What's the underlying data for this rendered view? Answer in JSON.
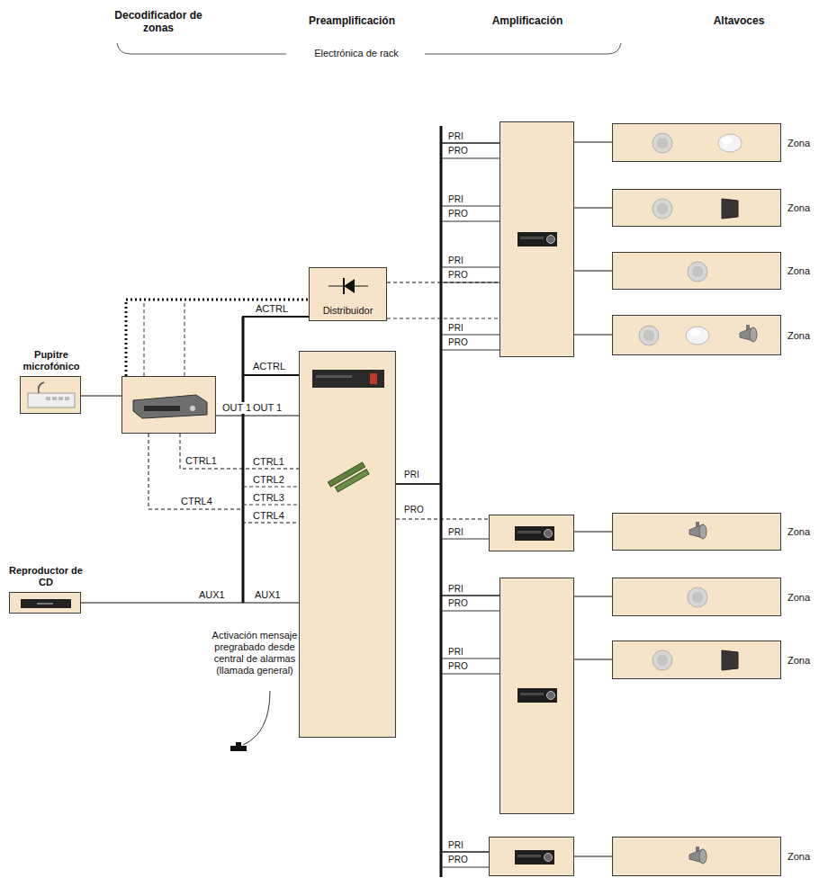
{
  "diagram": {
    "nodes": [
      {
        "text": [
          "Pupitre microfónico"
        ]
      },
      {
        "text": []
      },
      {
        "text": [
          "Reproductor de CD"
        ]
      },
      {
        "text": [
          "Distribuidor"
        ]
      },
      {
        "text": []
      },
      {
        "text": []
      },
      {
        "text": []
      },
      {
        "text": []
      },
      {
        "text": []
      },
      {
        "text": [
          "Zona"
        ]
      },
      {
        "text": [
          "Zona"
        ]
      },
      {
        "text": [
          "Zona"
        ]
      },
      {
        "text": [
          "Zona"
        ]
      },
      {
        "text": [
          "Zona"
        ]
      },
      {
        "text": [
          "Zona"
        ]
      },
      {
        "text": [
          "Zona"
        ]
      },
      {
        "text": [
          "Zona"
        ]
      }
    ],
    "edges": [
      {
        "from": 0,
        "to": 1,
        "arrow": "none"
      },
      {
        "from": 1,
        "to": 4,
        "label": "OUT 1",
        "arrow": "none"
      },
      {
        "from": 1,
        "to": 4,
        "label": "CTRL1",
        "arrow": "none"
      },
      {
        "from": 1,
        "to": 4,
        "label": "CTRL4",
        "arrow": "none"
      },
      {
        "from": 1,
        "to": 3,
        "arrow": "none"
      },
      {
        "from": 2,
        "to": 4,
        "label": "AUX1",
        "arrow": "none"
      },
      {
        "from": 4,
        "to": 3,
        "label": "ACTRL",
        "arrow": "none"
      },
      {
        "from": 3,
        "to": 5,
        "arrow": "none"
      },
      {
        "from": 4,
        "to": 5,
        "arrow": "none"
      },
      {
        "from": 4,
        "to": 6,
        "arrow": "none"
      },
      {
        "from": 4,
        "to": 7,
        "arrow": "none"
      },
      {
        "from": 4,
        "to": 8,
        "arrow": "none"
      },
      {
        "from": 5,
        "to": 9,
        "arrow": "none"
      },
      {
        "from": 5,
        "to": 10,
        "arrow": "none"
      },
      {
        "from": 5,
        "to": 11,
        "arrow": "none"
      },
      {
        "from": 5,
        "to": 12,
        "arrow": "none"
      },
      {
        "from": 6,
        "to": 13,
        "arrow": "none"
      },
      {
        "from": 7,
        "to": 14,
        "arrow": "none"
      },
      {
        "from": 7,
        "to": 15,
        "arrow": "none"
      },
      {
        "from": 8,
        "to": 16,
        "arrow": "none"
      }
    ],
    "labels": [
      "Decodificador de zonas",
      "Preamplificación",
      "Amplificación",
      "Altavoces",
      "Electrónica de rack",
      "ACTRL",
      "OUT 1",
      "CTRL1",
      "CTRL2",
      "CTRL3",
      "CTRL4",
      "AUX1",
      "Activación mensaje pregrabado desde central de alarmas (llamada general)",
      "PRI",
      "PRO",
      "PRI",
      "PRO",
      "PRI",
      "PRO",
      "PRI",
      "PRO",
      "PRI",
      "PRO",
      "PRI",
      "PRI",
      "PRO",
      "PRI",
      "PRO",
      "PRI",
      "PRO"
    ]
  }
}
